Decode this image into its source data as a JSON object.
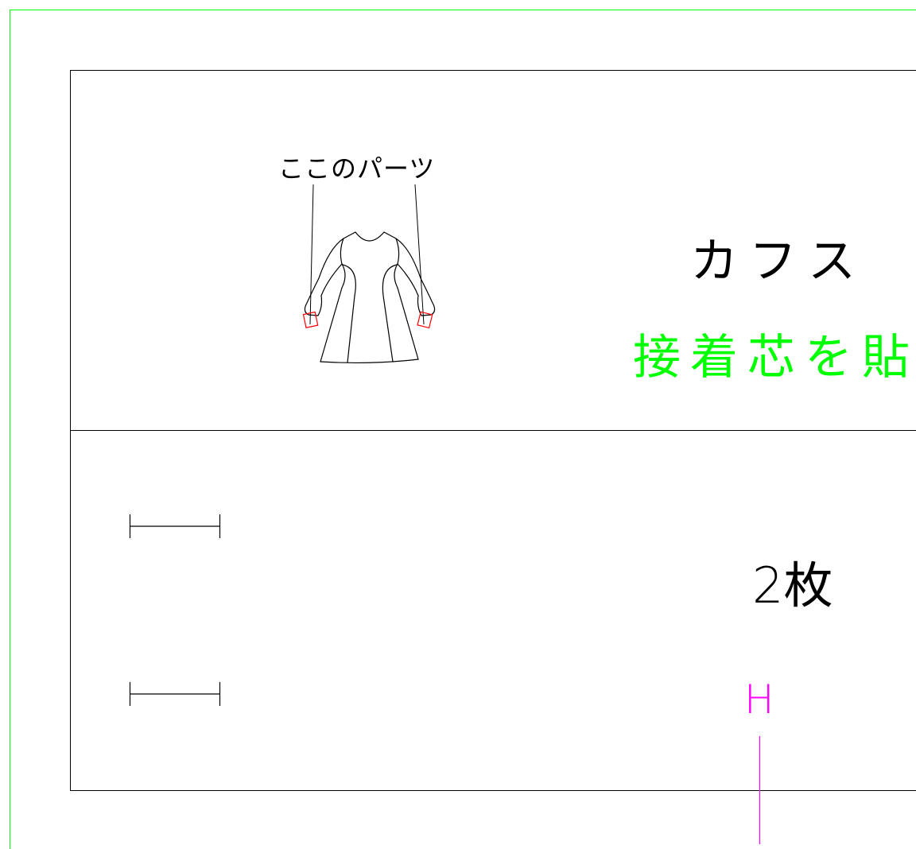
{
  "sheet": {
    "callout_label": "ここのパーツ",
    "part_name": "カフス",
    "part_note": "接着芯を貼",
    "quantity": "2枚",
    "grain_marker": "H"
  },
  "colors": {
    "frame": "#00ff00",
    "outline": "#000000",
    "highlight": "#ff0000",
    "note": "#00ff00",
    "grain": "#ff00ff"
  },
  "icons": {
    "garment": "dress-sketch-icon",
    "cuff_highlight": "cuff-marker-icon",
    "dimension": "dimension-bar-icon"
  }
}
